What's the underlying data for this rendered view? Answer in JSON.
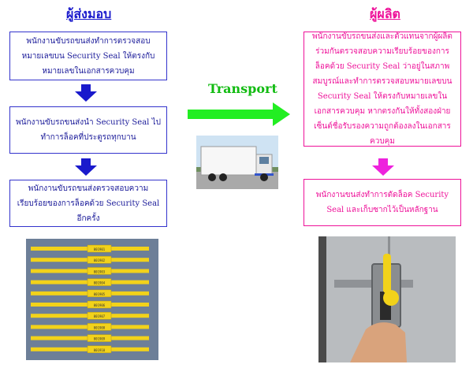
{
  "sender": {
    "title": "ผู้ส่งมอบ",
    "steps": [
      "พนักงานขับรถขนส่งทำการตรวจสอบหมายเลขบน Security Seal ให้ตรงกับหมายเลขในเอกสารควบคุม",
      "พนักงานขับรถขนส่งนำ Security Seal ไปทำการล็อคที่ประตูรถทุกบาน",
      "พนักงานขับรถขนส่งตรวจสอบความเรียบร้อยของการล็อคด้วย Security Seal อีกครั้ง"
    ]
  },
  "producer": {
    "title": "ผู้ผลิต",
    "steps": [
      "พนักงานขับรถขนส่งและตัวแทนจากผู้ผลิตร่วมกันตรวจสอบความเรียบร้อยของการล็อคด้วย Security Seal ว่าอยู่ในสภาพสมบูรณ์และทำการตรวจสอบหมายเลขบน Security Seal ให้ตรงกับหมายเลขในเอกสารควบคุม หากตรงกันให้ทั้งสองฝ่ายเซ็นต์ชื่อรับรองความถูกต้องลงในเอกสารควบคุม",
      "พนักงานขนส่งทำการตัดล็อค Security Seal และเก็บซากไว้เป็นหลักฐาน"
    ]
  },
  "transport": {
    "label": "Transport"
  },
  "seal_tag_numbers": [
    "001901",
    "001902",
    "001903",
    "001904",
    "001905",
    "001906",
    "001907",
    "001908",
    "001909",
    "001910"
  ],
  "colors": {
    "sender": "#1a1acc",
    "producer": "#ee1199",
    "transport": "#22ee22",
    "seal": "#f2d21a"
  },
  "icons": {
    "sender_arrows": "arrow-down-icon",
    "producer_arrow": "arrow-down-icon",
    "transport_arrow": "arrow-right-icon"
  }
}
